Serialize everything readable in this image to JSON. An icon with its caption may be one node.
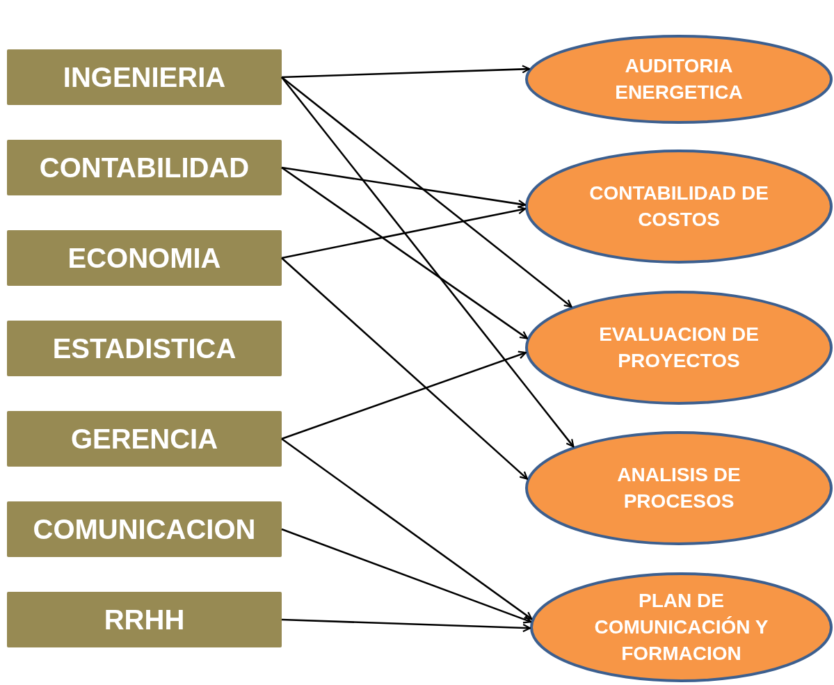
{
  "diagram": {
    "nodes": [
      {
        "text": [
          "INGENIERIA"
        ]
      },
      {
        "text": [
          "CONTABILIDAD"
        ]
      },
      {
        "text": [
          "ECONOMIA"
        ]
      },
      {
        "text": [
          "ESTADISTICA"
        ]
      },
      {
        "text": [
          "GERENCIA"
        ]
      },
      {
        "text": [
          "COMUNICACION"
        ]
      },
      {
        "text": [
          "RRHH"
        ]
      },
      {
        "text": [
          "AUDITORIA ENERGETICA"
        ]
      },
      {
        "text": [
          "CONTABILIDAD DE COSTOS"
        ]
      },
      {
        "text": [
          "EVALUACION DE PROYECTOS"
        ]
      },
      {
        "text": [
          "ANALISIS DE PROCESOS"
        ]
      },
      {
        "text": [
          "PLAN DE COMUNICACIÓN Y FORMACION"
        ]
      }
    ],
    "edges": [
      {
        "from": 0,
        "to": 7,
        "arrow": "to"
      },
      {
        "from": 0,
        "to": 9,
        "arrow": "to"
      },
      {
        "from": 0,
        "to": 10,
        "arrow": "to"
      },
      {
        "from": 1,
        "to": 8,
        "arrow": "to"
      },
      {
        "from": 1,
        "to": 9,
        "arrow": "to"
      },
      {
        "from": 2,
        "to": 8,
        "arrow": "to"
      },
      {
        "from": 2,
        "to": 10,
        "arrow": "to"
      },
      {
        "from": 4,
        "to": 9,
        "arrow": "to"
      },
      {
        "from": 4,
        "to": 11,
        "arrow": "to"
      },
      {
        "from": 5,
        "to": 11,
        "arrow": "to"
      },
      {
        "from": 6,
        "to": 11,
        "arrow": "to"
      }
    ]
  }
}
